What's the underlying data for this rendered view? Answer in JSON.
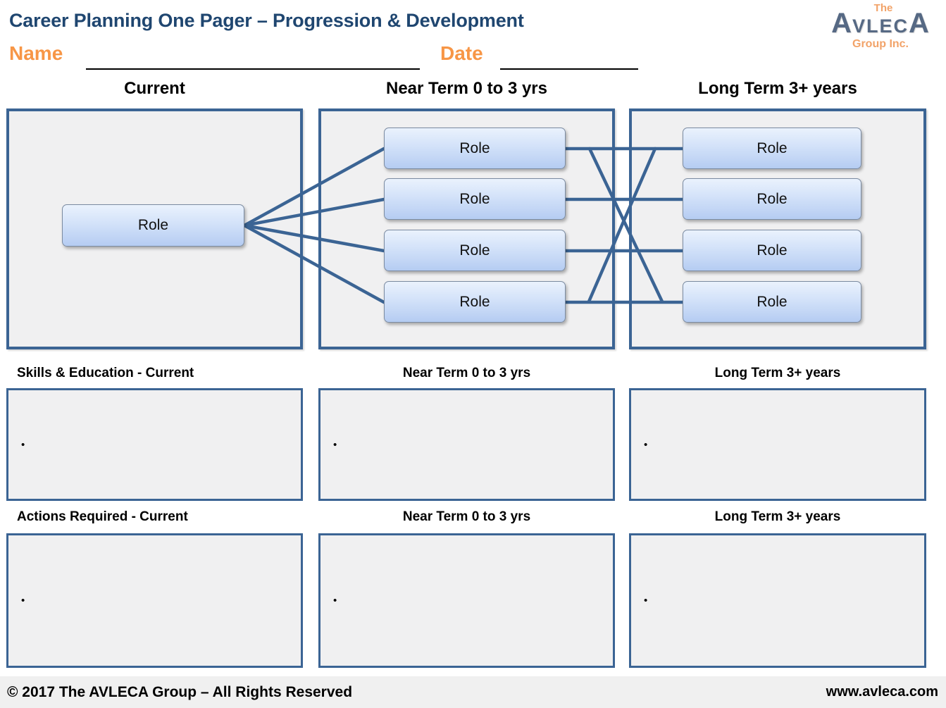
{
  "header": {
    "title": "Career Planning One Pager – Progression & Development",
    "name_label": "Name",
    "date_label": "Date",
    "name_value": "",
    "date_value": "",
    "logo": {
      "the": "The",
      "first": "A",
      "middle": "VLEC",
      "last": "A",
      "group": "Group Inc."
    }
  },
  "diagram": {
    "columns": [
      "Current",
      "Near Term 0 to 3 yrs",
      "Long Term 3+ years"
    ],
    "current_role": "Role",
    "near_term_roles": [
      "Role",
      "Role",
      "Role",
      "Role"
    ],
    "long_term_roles": [
      "Role",
      "Role",
      "Role",
      "Role"
    ]
  },
  "skills_section": {
    "headings": [
      "Skills & Education - Current",
      "Near Term 0 to 3 yrs",
      "Long Term 3+ years"
    ],
    "bullets": [
      "•",
      "•",
      "•"
    ]
  },
  "actions_section": {
    "headings": [
      "Actions Required - Current",
      "Near Term 0 to 3 yrs",
      "Long Term 3+ years"
    ],
    "bullets": [
      "•",
      "•",
      "•"
    ]
  },
  "footer": {
    "copyright": "© 2017 The AVLECA Group – All Rights Reserved",
    "website": "www.avleca.com"
  },
  "colors": {
    "accent_blue": "#3b6494",
    "title_navy": "#1f4670",
    "accent_orange": "#f79646",
    "logo_slate": "#566984"
  }
}
